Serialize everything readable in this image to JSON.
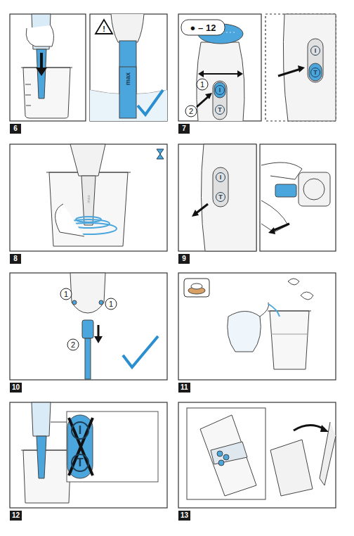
{
  "diagram": {
    "nodes": [
      {
        "text": [
          "6"
        ]
      },
      {
        "text": [
          "7"
        ]
      },
      {
        "text": [
          "8"
        ]
      },
      {
        "text": [
          "9"
        ]
      },
      {
        "text": [
          "10"
        ]
      },
      {
        "text": [
          "11"
        ]
      },
      {
        "text": [
          "12"
        ]
      },
      {
        "text": [
          "13"
        ]
      }
    ],
    "labels": [
      "max",
      "● – 12",
      "1",
      "2",
      "I",
      "T",
      "I",
      "T",
      "max",
      "I",
      "T",
      "1",
      "1",
      "2",
      "I",
      "T"
    ]
  }
}
